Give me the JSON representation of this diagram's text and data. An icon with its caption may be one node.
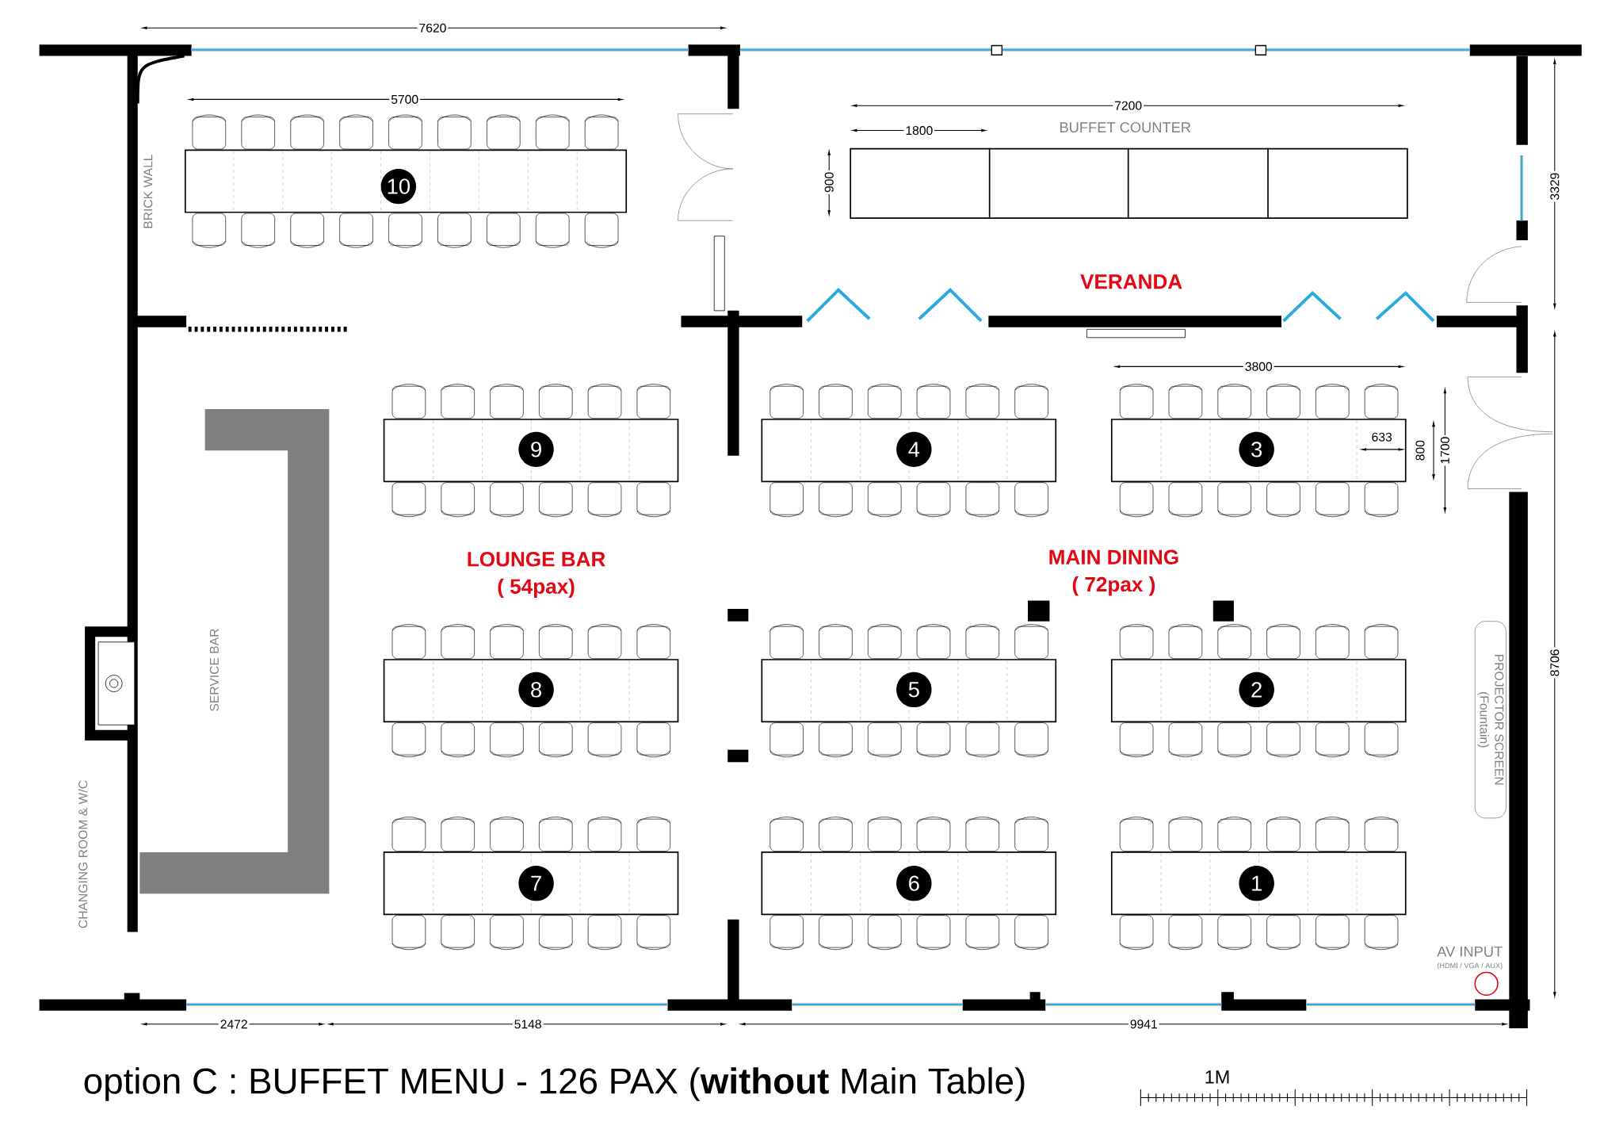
{
  "diagram": {
    "title": "option C : BUFFET MENU - 126 PAX (**without** Main Table)",
    "nodes": [
      {
        "text": [
          "10"
        ]
      },
      {
        "text": [
          "BUFFET COUNTER"
        ]
      },
      {
        "text": [
          "9"
        ]
      },
      {
        "text": [
          "4"
        ]
      },
      {
        "text": [
          "3"
        ]
      },
      {
        "text": [
          "8"
        ]
      },
      {
        "text": [
          "5"
        ]
      },
      {
        "text": [
          "2"
        ]
      },
      {
        "text": [
          "PROJECTOR SCREEN",
          "(Fountain)"
        ]
      },
      {
        "text": [
          "7"
        ]
      },
      {
        "text": [
          "6"
        ]
      },
      {
        "text": [
          "1"
        ]
      }
    ],
    "labels": [
      "7620",
      "5700",
      "7200",
      "1800",
      "900",
      "BRICK WALL",
      "3329",
      "VERANDA",
      "3800",
      "633",
      "800",
      "1700",
      "LOUNGE BAR",
      "( 54pax)",
      "MAIN DINING",
      "( 72pax )",
      "SERVICE BAR",
      "8706",
      "CHANGING ROOM & W/C",
      "AV INPUT",
      "(HDMI / VGA / AUX)",
      "2472",
      "5148",
      "9941",
      "1M"
    ]
  }
}
